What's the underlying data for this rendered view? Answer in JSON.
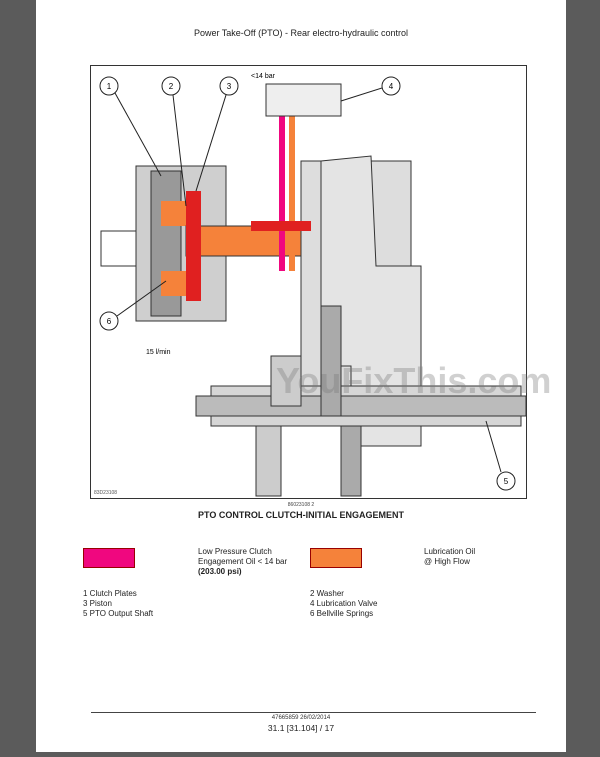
{
  "header": {
    "title": "Power Take-Off (PTO) - Rear electro-hydraulic control"
  },
  "diagram": {
    "pressure_label": "<14 bar",
    "flow_label": "15 l/min",
    "callouts": [
      "1",
      "2",
      "3",
      "4",
      "5",
      "6"
    ],
    "figure_code": "83D23108",
    "watermark": "YouFixThis.com"
  },
  "caption": {
    "code": "86023108  2",
    "title": "PTO CONTROL CLUTCH-INITIAL ENGAGEMENT"
  },
  "legend": [
    {
      "color": "#f0077f",
      "lines": [
        "Low Pressure Clutch",
        "Engagement Oil < 14 bar",
        "(203.00 psi)"
      ]
    },
    {
      "color": "#f5823a",
      "lines": [
        "Lubrication Oil",
        "@ High Flow"
      ]
    }
  ],
  "parts": [
    "1 Clutch Plates",
    "2 Washer",
    "3 Piston",
    "4 Lubrication Valve",
    "5 PTO Output Shaft",
    "6 Bellville Springs"
  ],
  "footer": {
    "doc": "47665859 26/02/2014",
    "page": "31.1 [31.104] / 17"
  }
}
